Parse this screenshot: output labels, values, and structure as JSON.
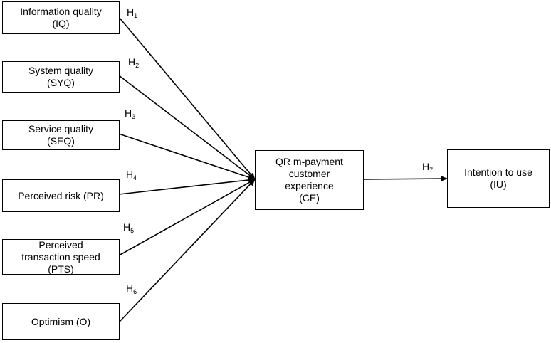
{
  "constructs": {
    "iq": {
      "label": "Information quality\n(IQ)"
    },
    "syq": {
      "label": "System quality\n(SYQ)"
    },
    "seq": {
      "label": "Service quality\n(SEQ)"
    },
    "pr": {
      "label": "Perceived risk (PR)"
    },
    "pts": {
      "label": "Perceived\ntransaction speed\n(PTS)"
    },
    "o": {
      "label": "Optimism (O)"
    },
    "ce": {
      "label": "QR m-payment\ncustomer\nexperience\n(CE)"
    },
    "iu": {
      "label": "Intention to use\n(IU)"
    }
  },
  "hypotheses": [
    {
      "letter": "H",
      "num": "1"
    },
    {
      "letter": "H",
      "num": "2"
    },
    {
      "letter": "H",
      "num": "3"
    },
    {
      "letter": "H",
      "num": "4"
    },
    {
      "letter": "H",
      "num": "5"
    },
    {
      "letter": "H",
      "num": "6"
    },
    {
      "letter": "H",
      "num": "7"
    }
  ]
}
